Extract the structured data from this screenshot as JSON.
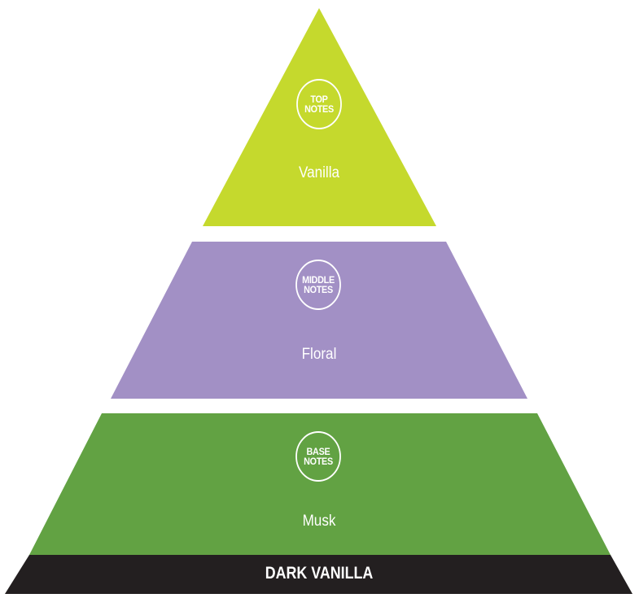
{
  "diagram": {
    "type": "fragrance-pyramid",
    "tiers": [
      {
        "id": "top",
        "badge_line1": "TOP",
        "badge_line2": "NOTES",
        "note": "Vanilla",
        "color": "#c5d92d"
      },
      {
        "id": "middle",
        "badge_line1": "MIDDLE",
        "badge_line2": "NOTES",
        "note": "Floral",
        "color": "#a290c5"
      },
      {
        "id": "base",
        "badge_line1": "BASE",
        "badge_line2": "NOTES",
        "note": "Musk",
        "color": "#62a243"
      }
    ],
    "footer": {
      "label": "DARK VANILLA",
      "color": "#231f20"
    }
  }
}
